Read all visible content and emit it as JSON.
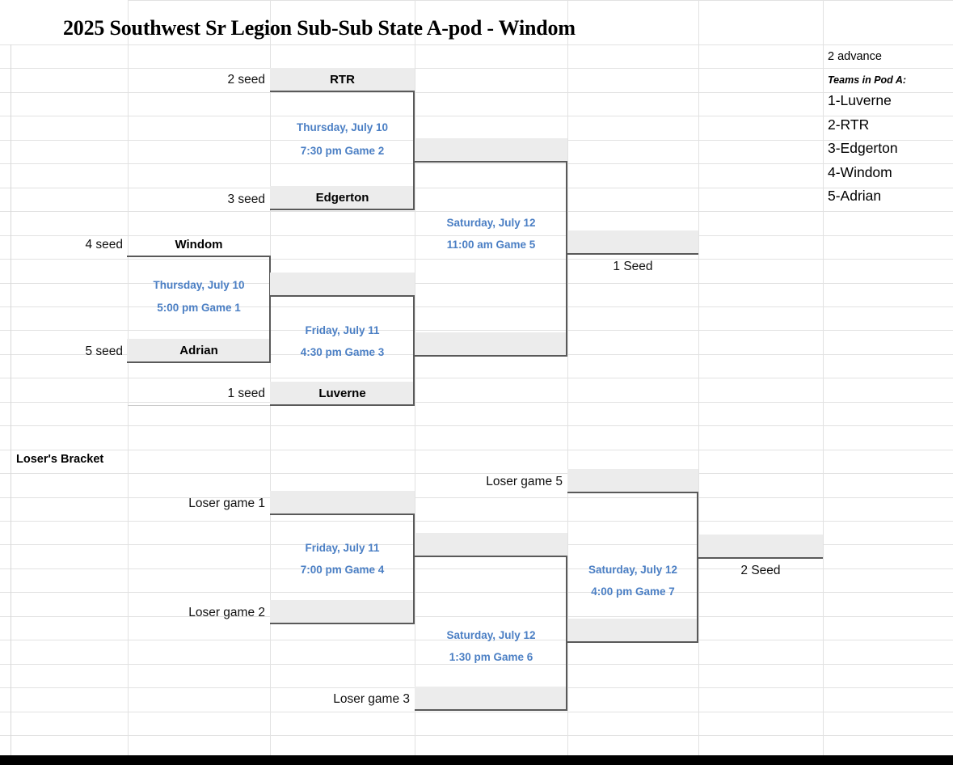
{
  "title": "2025 Southwest Sr Legion Sub-Sub State A-pod - Windom",
  "colors": {
    "accent_blue": "#4b7fc4",
    "shade_gray": "#ececec",
    "bracket_line": "#595959",
    "gridline": "#e2e2e2"
  },
  "winners_bracket": {
    "seeds": {
      "two": "2 seed",
      "three": "3 seed",
      "four": "4 seed",
      "five": "5 seed",
      "one": "1 seed"
    },
    "teams": {
      "rtr": "RTR",
      "edgerton": "Edgerton",
      "windom": "Windom",
      "adrian": "Adrian",
      "luverne": "Luverne"
    },
    "games": [
      {
        "id": "game1",
        "date": "Thursday, July 10",
        "time_label": "5:00 pm Game 1"
      },
      {
        "id": "game2",
        "date": "Thursday, July 10",
        "time_label": "7:30 pm Game 2"
      },
      {
        "id": "game3",
        "date": "Friday, July 11",
        "time_label": "4:30 pm Game 3"
      },
      {
        "id": "game5",
        "date": "Saturday, July 12",
        "time_label": "11:00 am Game 5"
      }
    ],
    "winner_slot": "1 Seed"
  },
  "losers_bracket": {
    "heading": "Loser's Bracket",
    "slots": {
      "loser_game_1": "Loser game 1",
      "loser_game_2": "Loser game 2",
      "loser_game_3": "Loser game 3",
      "loser_game_5": "Loser game 5"
    },
    "games": [
      {
        "id": "game4",
        "date": "Friday, July 11",
        "time_label": "7:00 pm Game 4"
      },
      {
        "id": "game6",
        "date": "Saturday, July 12",
        "time_label": "1:30 pm Game 6"
      },
      {
        "id": "game7",
        "date": "Saturday, July 12",
        "time_label": "4:00 pm Game 7"
      }
    ],
    "winner_slot": "2 Seed"
  },
  "side_panel": {
    "advance": "2 advance",
    "pod_heading": "Teams in Pod A:",
    "teams": [
      "1-Luverne",
      "2-RTR",
      "3-Edgerton",
      "4-Windom",
      "5-Adrian"
    ]
  }
}
